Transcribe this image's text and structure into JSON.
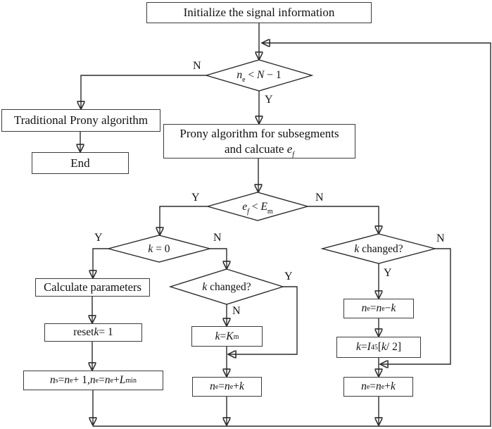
{
  "colors": {
    "background": "#ffffff",
    "line": "#2b2b2b",
    "box_border": "#3c3c3c",
    "text": "#111111"
  },
  "nodes": {
    "initialize": {
      "label": "Initialize the  signal information"
    },
    "cond_ne": {
      "math": "*n*_{e} < *N* − 1"
    },
    "traditional": {
      "label": "Traditional Prony algorithm"
    },
    "end": {
      "label": "End"
    },
    "prony": {
      "line1": "Prony algorithm for subsegments",
      "line2_math": "and calcuate *e*_{*f*}"
    },
    "cond_ef": {
      "math": "*e*_{*f*} < *E*_{m}"
    },
    "cond_k0": {
      "math": "*k* = 0"
    },
    "calc_params": {
      "label": "Calculate parameters"
    },
    "reset_k": {
      "math": "reset *k* = 1"
    },
    "ns_update": {
      "math": "*n*_{s} = *n*_{e} + 1, *n*_{e} = *n*_{e} + *L*_{min}"
    },
    "cond_kchanged_mid": {
      "math": "*k* changed?"
    },
    "k_km": {
      "math": "*k* = *K*_{m}"
    },
    "ne_plus_k_mid": {
      "math": "*n*_{e} = *n*_{e} + *k*"
    },
    "cond_kchanged_right": {
      "math": "*k* changed?"
    },
    "ne_minus_k": {
      "math": "*n*_{e} = *n*_{e} − *k*"
    },
    "k_i45": {
      "math": "*k* = *I*_{45} [*k* / 2]"
    },
    "ne_plus_k_right": {
      "math": "*n*_{e} = *n*_{e} + *k*"
    }
  },
  "edge_labels": {
    "d1_no": "N",
    "d1_yes": "Y",
    "d2_yes": "Y",
    "d2_no": "N",
    "d3_yes": "Y",
    "d3_no": "N",
    "d4_no": "N",
    "d4_yes": "Y",
    "d5_yes": "Y",
    "d5_no": "N"
  }
}
